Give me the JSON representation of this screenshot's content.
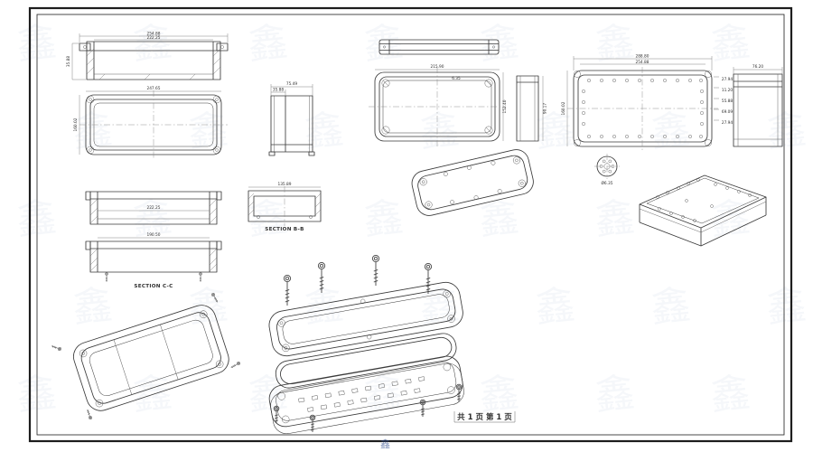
{
  "page": {
    "footer": "共 1 页  第 1 页",
    "watermark": {
      "glyph": "鑫",
      "color": "#5577aa"
    }
  },
  "labels": {
    "section_b": "SECTION B-B",
    "section_c": "SECTION C-C",
    "detail": "Ø6.35"
  },
  "dims": {
    "v1_top": "254.88",
    "v1_inner": "222.25",
    "v1_left": "35.88",
    "v2_top": "247.65",
    "v2_left": "160.02",
    "v3_w1": "75.49",
    "v3_w2": "35.88",
    "v5_top": "215.90",
    "v5_right": "152.40",
    "v5_small": "6.35",
    "v6_h": "90.17",
    "v7_top1": "288.80",
    "v7_top2": "254.88",
    "v7_left": "160.02",
    "v7_right": [
      "27.94",
      "11.20",
      "55.88",
      "69.09",
      "27.94"
    ],
    "v8_top": "76.20",
    "v11_mid": "222.25",
    "v12_top": "135.89",
    "v13_top": "190.50"
  }
}
